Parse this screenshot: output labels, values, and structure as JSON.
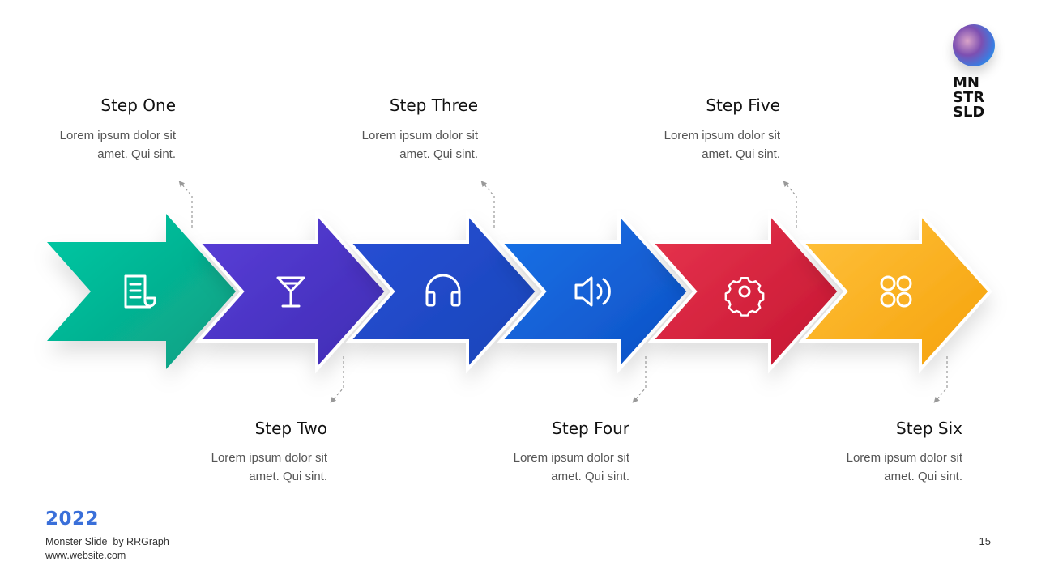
{
  "brand": {
    "name_lines": [
      "MN",
      "STR",
      "SLD"
    ]
  },
  "steps": [
    {
      "title": "Step One",
      "desc_lines": [
        "Lorem ipsum dolor sit",
        "amet. Qui sint."
      ],
      "icon": "document-icon",
      "color_from": "#00c9a4",
      "color_to": "#0b9e82"
    },
    {
      "title": "Step Two",
      "desc_lines": [
        "Lorem ipsum dolor sit",
        "amet. Qui sint."
      ],
      "icon": "cocktail-glass-icon",
      "color_from": "#5a3fd9",
      "color_to": "#3e2bb3"
    },
    {
      "title": "Step Three",
      "desc_lines": [
        "Lorem ipsum dolor sit",
        "amet. Qui sint."
      ],
      "icon": "headphones-icon",
      "color_from": "#2850d6",
      "color_to": "#1844b8"
    },
    {
      "title": "Step Four",
      "desc_lines": [
        "Lorem ipsum dolor sit",
        "amet. Qui sint."
      ],
      "icon": "speaker-icon",
      "color_from": "#1a73e8",
      "color_to": "#0d4fc4"
    },
    {
      "title": "Step Five",
      "desc_lines": [
        "Lorem ipsum dolor sit",
        "amet. Qui sint."
      ],
      "icon": "gear-icon",
      "color_from": "#e8354f",
      "color_to": "#c41530"
    },
    {
      "title": "Step Six",
      "desc_lines": [
        "Lorem ipsum dolor sit",
        "amet. Qui sint."
      ],
      "icon": "grid-circles-icon",
      "color_from": "#ffc23d",
      "color_to": "#f5a10a"
    }
  ],
  "footer": {
    "year": "2022",
    "credit": "Monster Slide  by RRGraph",
    "website": "www.website.com",
    "page_number": "15"
  }
}
